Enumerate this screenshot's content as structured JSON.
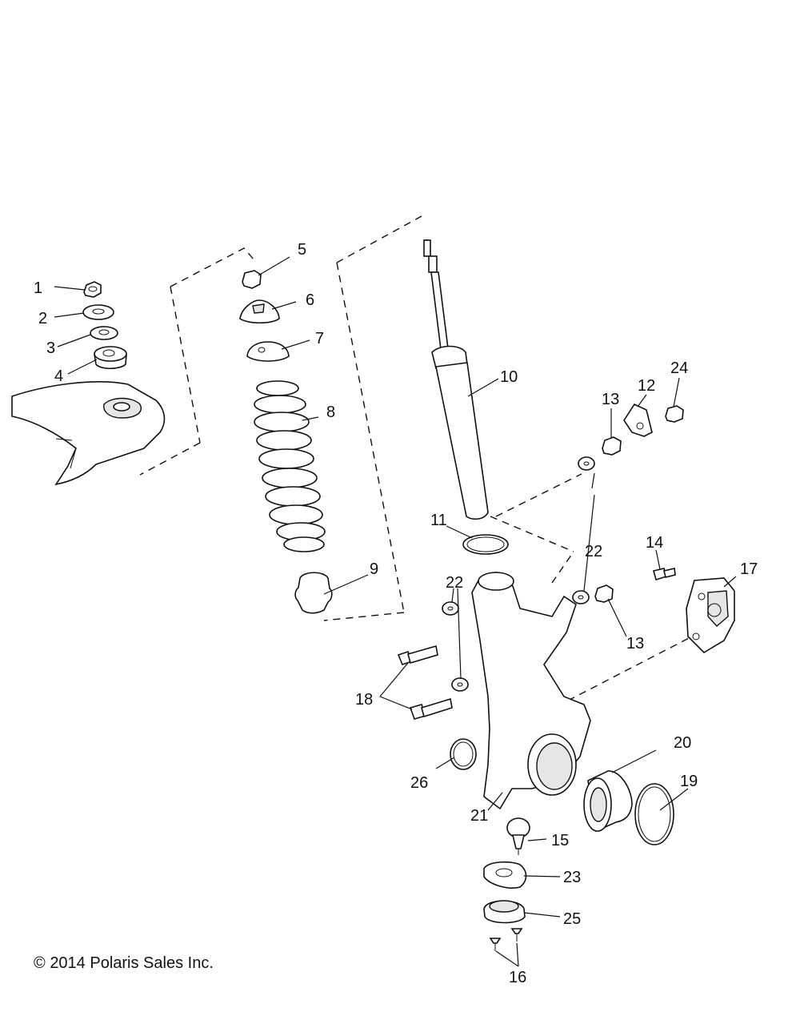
{
  "copyright": "2014 Polaris Sales Inc.",
  "copyright_symbol": "©",
  "callouts": {
    "c1": "1",
    "c2": "2",
    "c3": "3",
    "c4": "4",
    "c5": "5",
    "c6": "6",
    "c7": "7",
    "c8": "8",
    "c9": "9",
    "c10": "10",
    "c11": "11",
    "c12": "12",
    "c13a": "13",
    "c13b": "13",
    "c14": "14",
    "c15": "15",
    "c16": "16",
    "c17": "17",
    "c18": "18",
    "c19": "19",
    "c20": "20",
    "c21": "21",
    "c22a": "22",
    "c22b": "22",
    "c23": "23",
    "c24": "24",
    "c25": "25",
    "c26": "26"
  }
}
